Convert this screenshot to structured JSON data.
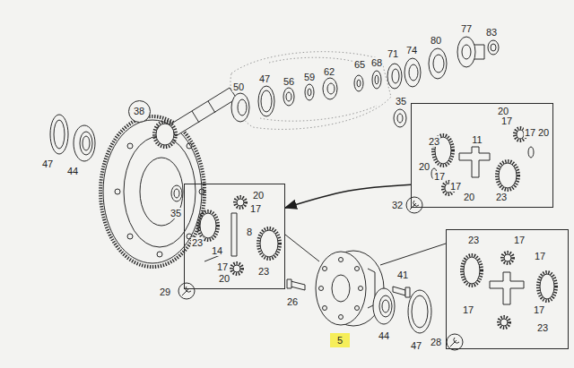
{
  "diagram": {
    "nodes": [
      {
        "text": [
          "38"
        ]
      },
      {
        "text": [
          "20",
          "17",
          "23",
          "11",
          "17",
          "20",
          "20",
          "17",
          "17",
          "20",
          "23"
        ]
      },
      {
        "text": [
          "20",
          "17",
          "23",
          "8",
          "14",
          "17",
          "20",
          "23"
        ]
      },
      {
        "text": [
          "23",
          "17",
          "17",
          "17",
          "17",
          "23"
        ]
      }
    ],
    "edges": [
      {
        "from": 1,
        "to": 2,
        "arrow": "to"
      }
    ],
    "labels": [
      "77",
      "83",
      "80",
      "74",
      "71",
      "65",
      "68",
      "62",
      "59",
      "56",
      "47",
      "50",
      "35",
      "47",
      "44",
      "35",
      "32",
      "26",
      "41",
      "29",
      "5",
      "44",
      "47",
      "28"
    ]
  }
}
